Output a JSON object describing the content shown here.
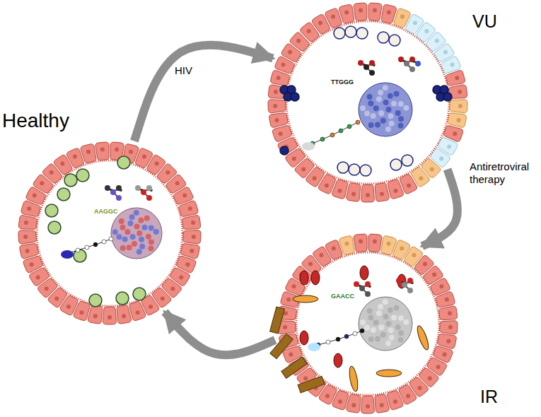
{
  "diagram": {
    "nodes": [
      {
        "text": [
          "Healthy"
        ]
      },
      {
        "text": [
          "VU"
        ]
      },
      {
        "text": [
          "IR"
        ]
      }
    ],
    "edges": [
      {
        "from": 0,
        "to": 1,
        "arrow": "to",
        "label": "HIV"
      },
      {
        "from": 1,
        "to": 2,
        "arrow": "to",
        "label": "Antiretroviral therapy"
      },
      {
        "from": 2,
        "to": 0,
        "arrow": "to"
      }
    ],
    "labels": [
      "AAGGC",
      "TTGGG",
      "GAACC"
    ]
  }
}
